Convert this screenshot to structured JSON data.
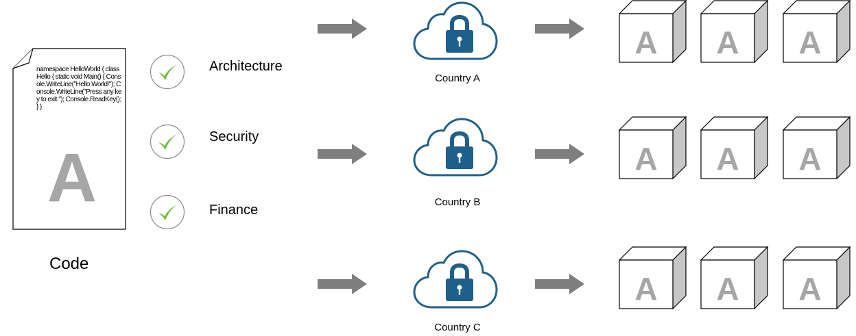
{
  "code_document": {
    "code": "namespace HelloWorld { class Hello { static void Main() { Console.WriteLine(\"Hello World!\"); Console.WriteLine(\"Press any key to exit.\"); Console.ReadKey(); } }",
    "letter": "A",
    "caption": "Code"
  },
  "checks": [
    {
      "label": "Architecture",
      "icon": "check-icon"
    },
    {
      "label": "Security",
      "icon": "check-icon"
    },
    {
      "label": "Finance",
      "icon": "check-icon"
    }
  ],
  "countries": [
    {
      "label": "Country A",
      "box_letters": [
        "A",
        "A",
        "A"
      ]
    },
    {
      "label": "Country B",
      "box_letters": [
        "A",
        "A",
        "A"
      ]
    },
    {
      "label": "Country C",
      "box_letters": [
        "A",
        "A",
        "A"
      ]
    }
  ],
  "colors": {
    "arrow": "#7f7f7f",
    "cloud": "#1f5f8b",
    "check": "#6fbe3a",
    "box_letter": "#a6a6a6"
  }
}
